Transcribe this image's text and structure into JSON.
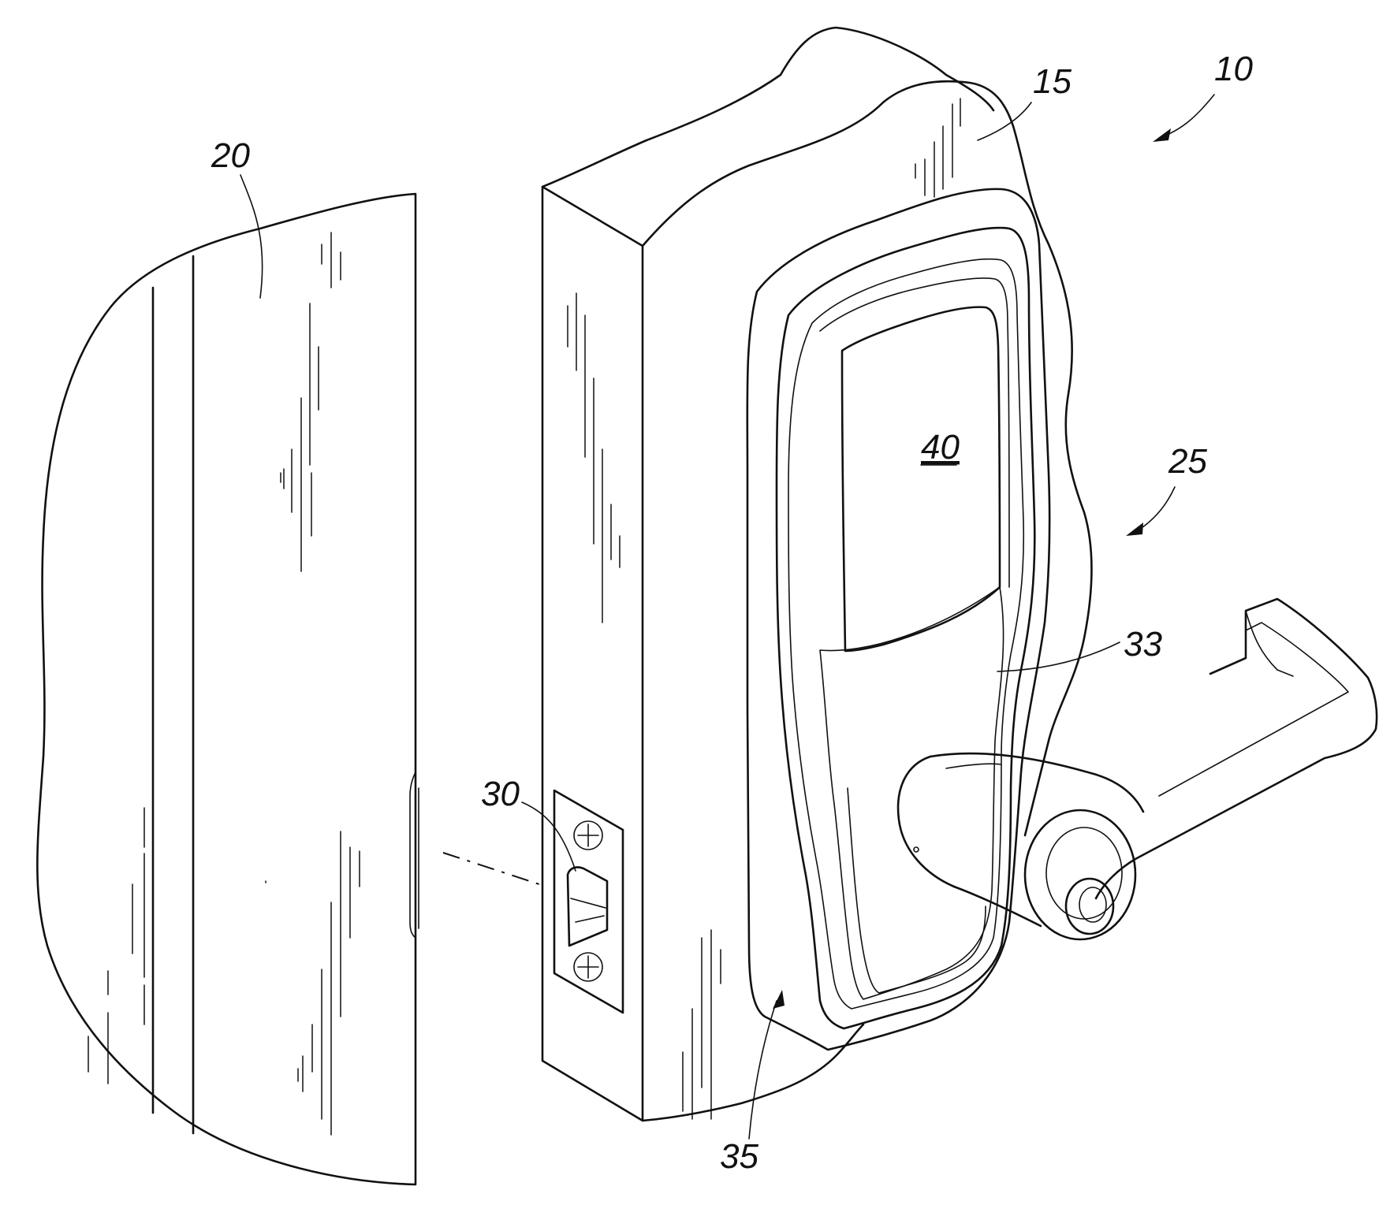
{
  "figure": {
    "reference_labels": {
      "assembly": "10",
      "housing": "15",
      "door": "20",
      "lock": "25",
      "latch": "30",
      "keypad_lower": "33",
      "base": "35",
      "display_panel": "40"
    }
  }
}
